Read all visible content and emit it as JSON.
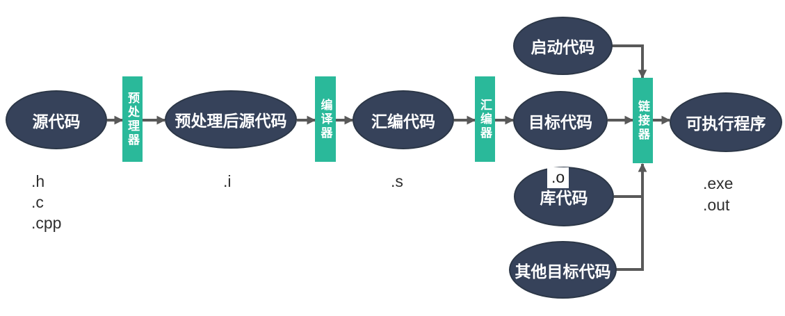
{
  "nodes": {
    "source": {
      "label": "源代码"
    },
    "preprocessor": {
      "label": "预处理器"
    },
    "preprocessed": {
      "label": "预处理后源代码"
    },
    "compiler": {
      "label": "编译器"
    },
    "assembly": {
      "label": "汇编代码"
    },
    "assembler": {
      "label": "汇编器"
    },
    "object": {
      "label": "目标代码"
    },
    "linker": {
      "label": "链接器"
    },
    "executable": {
      "label": "可执行程序"
    },
    "startup": {
      "label": "启动代码"
    },
    "library": {
      "label": "库代码"
    },
    "other_object": {
      "label": "其他目标代码"
    }
  },
  "extensions": {
    "source": [
      ".h",
      ".c",
      ".cpp"
    ],
    "preprocessed": ".i",
    "assembly": ".s",
    "object": ".o",
    "executable": [
      ".exe",
      ".out"
    ]
  },
  "edges": [
    {
      "from": "source",
      "to": "preprocessor"
    },
    {
      "from": "preprocessor",
      "to": "preprocessed"
    },
    {
      "from": "preprocessed",
      "to": "compiler"
    },
    {
      "from": "compiler",
      "to": "assembly"
    },
    {
      "from": "assembly",
      "to": "assembler"
    },
    {
      "from": "assembler",
      "to": "object"
    },
    {
      "from": "object",
      "to": "linker"
    },
    {
      "from": "linker",
      "to": "executable"
    },
    {
      "from": "startup",
      "to": "linker"
    },
    {
      "from": "library",
      "to": "linker"
    },
    {
      "from": "other_object",
      "to": "linker"
    }
  ],
  "colors": {
    "node_fill": "#36425a",
    "process_fill": "#2ab99a",
    "connector": "#595959",
    "node_text": "#ffffff",
    "label_text": "#2f2f2f"
  }
}
